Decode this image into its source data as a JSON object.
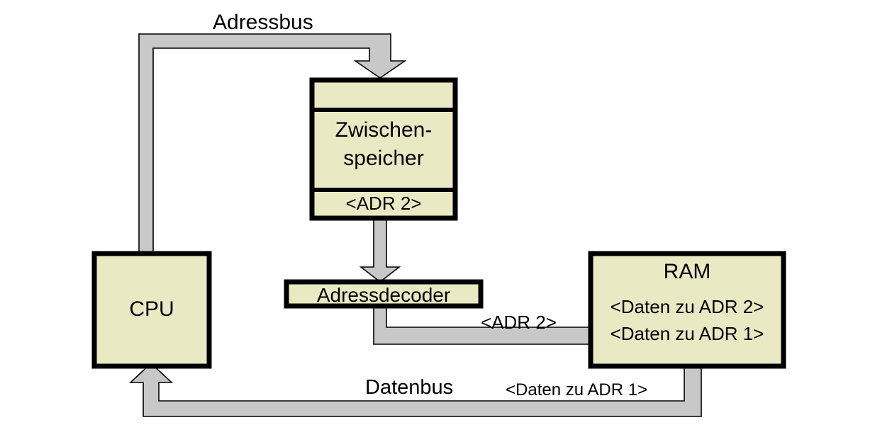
{
  "diagram": {
    "title_visible": false,
    "colors": {
      "box_fill": "#e9eac4",
      "box_border": "#000000",
      "bus_fill": "#c8c8c8",
      "bus_border": "#000000",
      "background": "#ffffff",
      "text": "#000000"
    },
    "nodes": {
      "cpu": {
        "label": "CPU"
      },
      "zwischenspeicher": {
        "top_section_label": "",
        "label_line1": "Zwischen-",
        "label_line2": "speicher",
        "bottom_section_label": "<ADR 2>"
      },
      "adressdecoder": {
        "label": "Adressdecoder"
      },
      "ram": {
        "label": "RAM",
        "row1": "<Daten zu ADR 2>",
        "row2": "<Daten zu ADR 1>"
      }
    },
    "buses": {
      "adressbus": {
        "label": "Adressbus",
        "from": "CPU",
        "to": "Zwischenspeicher"
      },
      "datenbus": {
        "label": "Datenbus",
        "payload": "<Daten zu ADR 1>",
        "from": "RAM",
        "to": "CPU"
      },
      "decoder_to_ram": {
        "label": "<ADR 2>",
        "from": "Adressdecoder",
        "to": "RAM"
      },
      "speicher_to_decoder": {
        "label": "",
        "from": "Zwischenspeicher",
        "to": "Adressdecoder"
      }
    }
  }
}
